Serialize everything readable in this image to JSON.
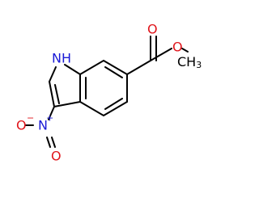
{
  "colors": {
    "background": "#ffffff",
    "bond": "#000000",
    "nitrogen": "#1a1ad6",
    "oxygen": "#e0151b",
    "carbon": "#000000"
  },
  "atoms": {
    "indole_nh": "H",
    "indole_n": "N",
    "nitro_n": "N",
    "nitro_n_charge": "+",
    "nitro_o_minus": "O",
    "nitro_o_charge": "−",
    "nitro_o": "O",
    "carbonyl_o": "O",
    "ester_o": "O",
    "methyl": "CH",
    "methyl_sub": "3"
  }
}
